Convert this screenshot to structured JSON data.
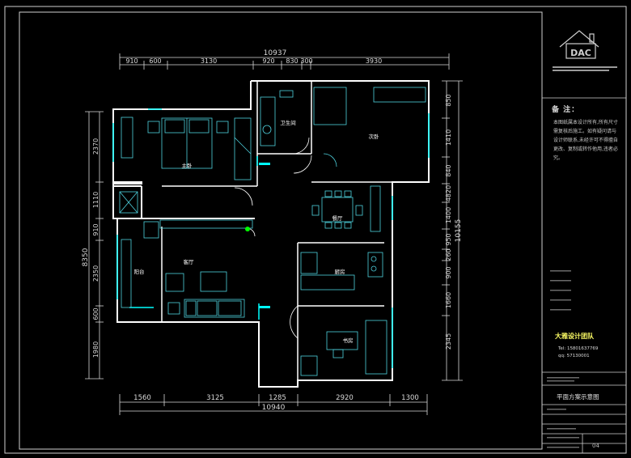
{
  "dimensions": {
    "top_total": "10937",
    "top_segments": [
      "910",
      "600",
      "3130",
      "920",
      "830",
      "300",
      "3930"
    ],
    "bottom_total": "10940",
    "bottom_segments": [
      "1560",
      "3125",
      "1285",
      "2920",
      "1300"
    ],
    "left_total": "8350",
    "left_segments": [
      "2370",
      "1110",
      "910",
      "2350",
      "600",
      "1980"
    ],
    "right_total": "10155",
    "right_segments": [
      "850",
      "1410",
      "840",
      "4820",
      "1400",
      "950",
      "260",
      "900",
      "1660",
      "2345"
    ]
  },
  "rooms": {
    "master_bedroom": "主卧",
    "bathroom": "卫生间",
    "second_bedroom": "次卧",
    "dining": "餐厅",
    "living": "客厅",
    "balcony": "阳台",
    "kitchen": "厨房",
    "study": "书房"
  },
  "title_block": {
    "logo_text": "DAC",
    "notes_title": "备 注：",
    "notes_body": "本图纸属本设计所有,所有尺寸需复核后施工。如有疑问请与设计师联系,未经许可不得擅自更改、复制或转作他用,违者必究。",
    "studio_name": "大雅设计团队",
    "tel": "Tel: 15801637769",
    "qq": "qq: 57130001",
    "drawing_title": "平面方案示意图",
    "page_number": "04"
  },
  "colors": {
    "wall": "#ffffff",
    "furniture": "#4ed1de",
    "dimension": "#d8d8d8",
    "accent": "#00ffff",
    "highlight": "#00ff00"
  }
}
